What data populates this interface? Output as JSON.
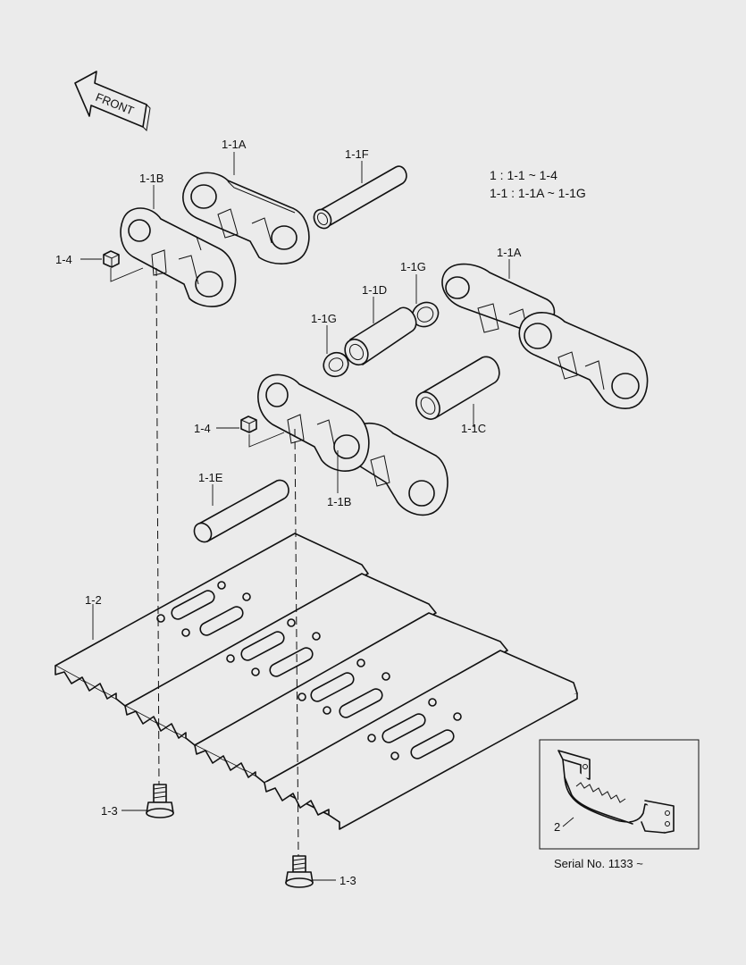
{
  "front_label": "FRONT",
  "notes": {
    "line1": "1 : 1-1 ~ 1-4",
    "line2": "1-1 : 1-1A ~ 1-1G"
  },
  "callouts": {
    "link_1a_top": "1-1A",
    "pin_1f": "1-1F",
    "link_1b_top": "1-1B",
    "nut_1_4_top": "1-4",
    "seal_1g_top": "1-1G",
    "link_1a_right": "1-1A",
    "bushing_1d": "1-1D",
    "seal_1g_left": "1-1G",
    "nut_1_4_mid": "1-4",
    "bushing_1c": "1-1C",
    "pin_1e": "1-1E",
    "link_1b_mid": "1-1B",
    "shoe_1_2": "1-2",
    "bolt_1_3_left": "1-3",
    "bolt_1_3_right": "1-3",
    "inset_part": "2"
  },
  "inset_caption": "Serial No. 1133 ~"
}
